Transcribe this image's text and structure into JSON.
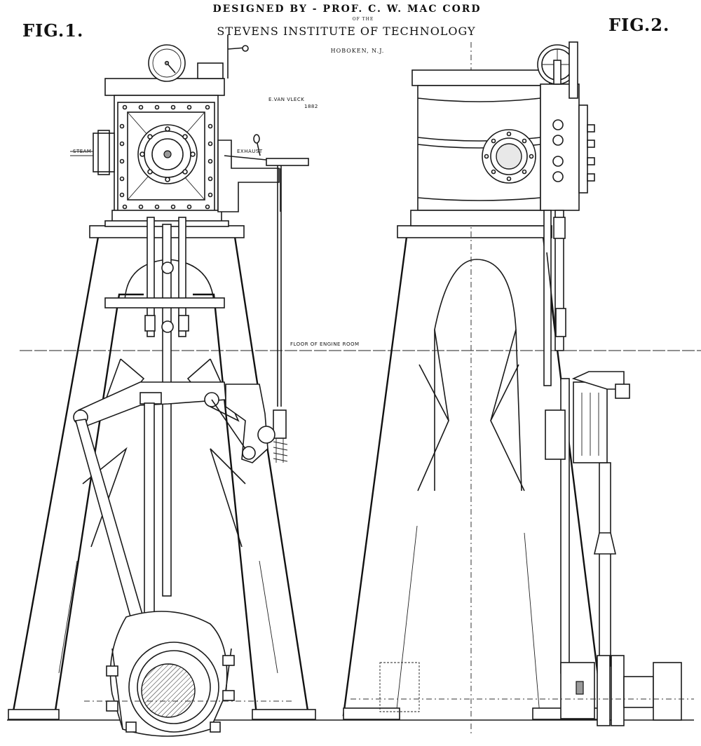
{
  "header": {
    "designed_by": "DESIGNED BY - PROF. C. W. MAC CORD",
    "of_the": "OF THE",
    "institute": "STEVENS INSTITUTE OF TECHNOLOGY",
    "location": "HOBOKEN, N.J."
  },
  "figures": {
    "fig1_label": "FIG.1.",
    "fig2_label": "FIG.2."
  },
  "annotations": {
    "drafter": "E.VAN VLECK",
    "drafter_year": "1882",
    "floor": "FLOOR OF ENGINE ROOM",
    "exhaust": "EXHAUST",
    "steam": "STEAM"
  }
}
